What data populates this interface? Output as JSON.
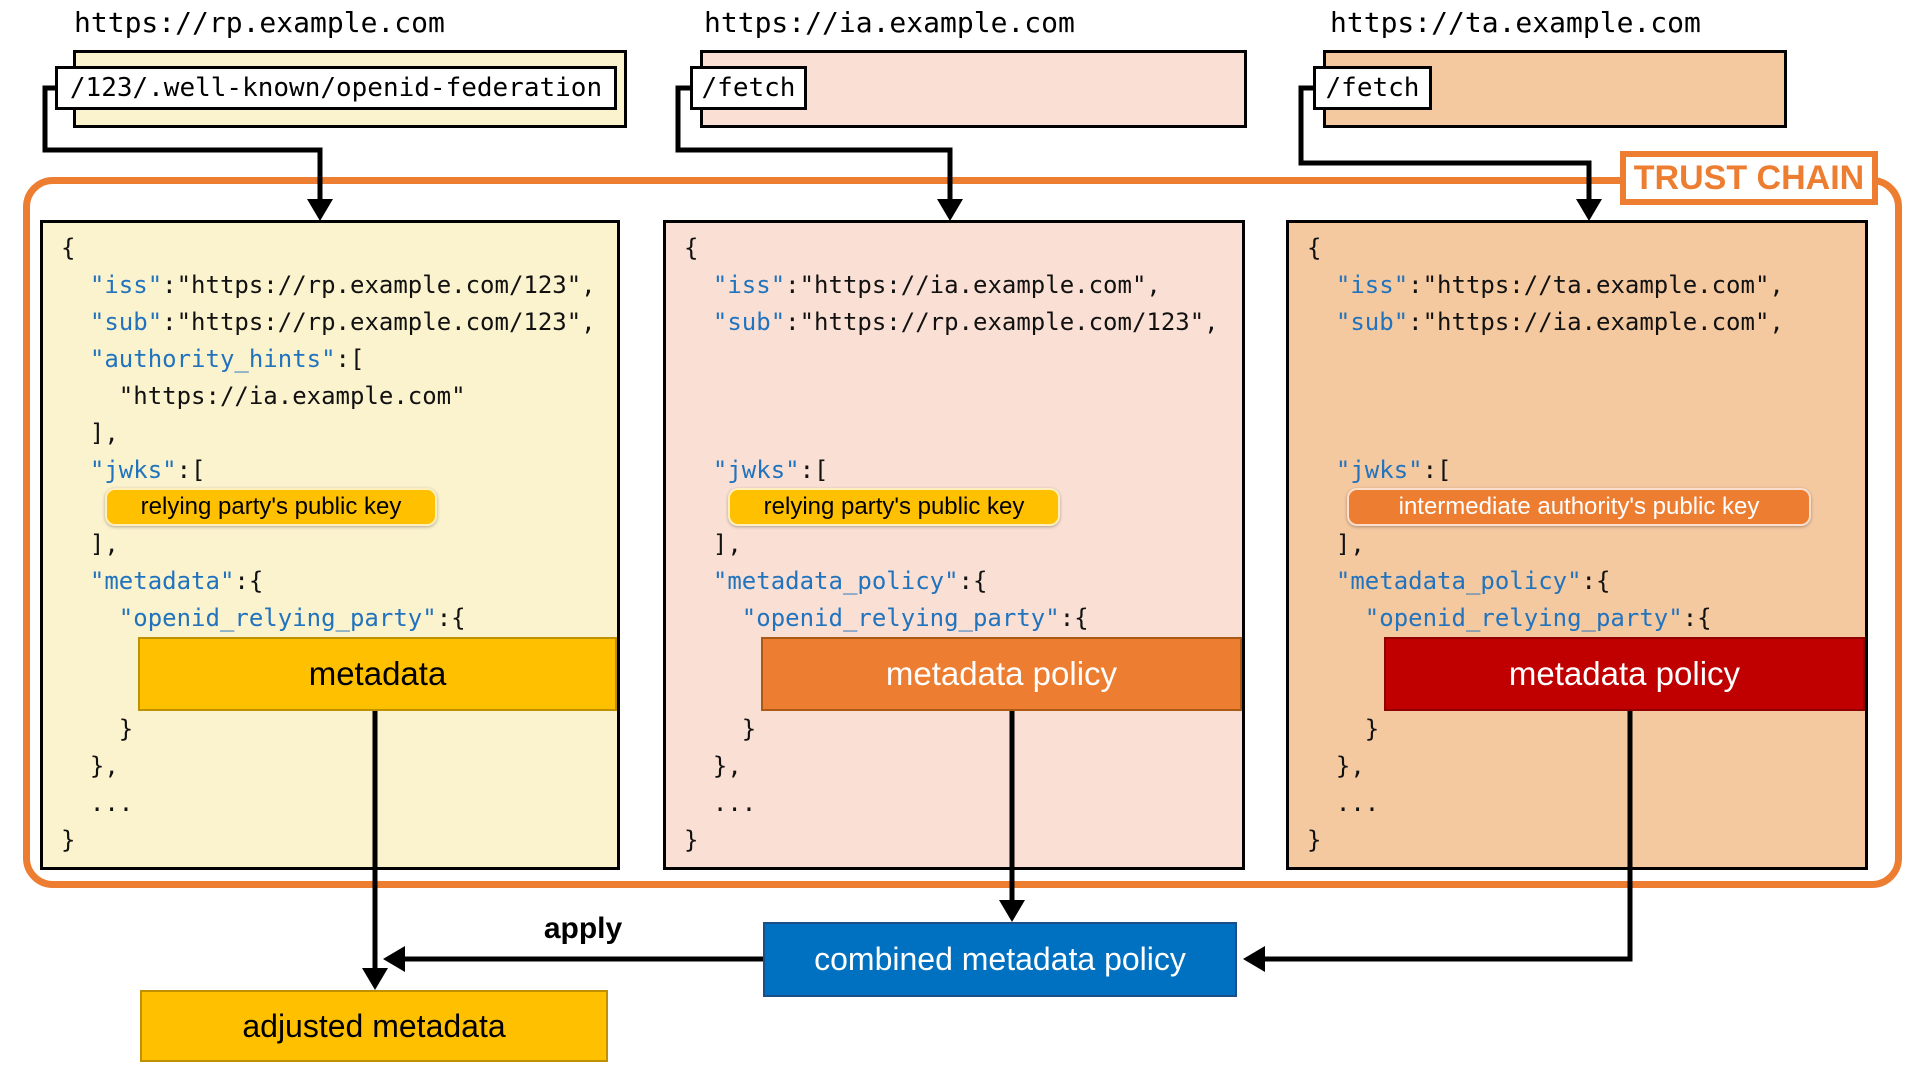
{
  "columns": [
    {
      "title": "https://rp.example.com",
      "endpoint": "/123/.well-known/openid-federation",
      "badge": {
        "text": "relying party's public key"
      },
      "policy_box": {
        "text": "metadata"
      },
      "code": [
        [
          {
            "t": "{",
            "c": "p"
          }
        ],
        [
          {
            "t": "  ",
            "c": "p"
          },
          {
            "t": "\"iss\"",
            "c": "k"
          },
          {
            "t": ":\"https://rp.example.com/123\",",
            "c": "p"
          }
        ],
        [
          {
            "t": "  ",
            "c": "p"
          },
          {
            "t": "\"sub\"",
            "c": "k"
          },
          {
            "t": ":\"https://rp.example.com/123\",",
            "c": "p"
          }
        ],
        [
          {
            "t": "  ",
            "c": "p"
          },
          {
            "t": "\"authority_hints\"",
            "c": "k"
          },
          {
            "t": ":[",
            "c": "p"
          }
        ],
        [
          {
            "t": "    \"https://ia.example.com\"",
            "c": "p"
          }
        ],
        [
          {
            "t": "  ],",
            "c": "p"
          }
        ],
        [
          {
            "t": "  ",
            "c": "p"
          },
          {
            "t": "\"jwks\"",
            "c": "k"
          },
          {
            "t": ":[",
            "c": "p"
          }
        ],
        [],
        [
          {
            "t": "  ],",
            "c": "p"
          }
        ],
        [
          {
            "t": "  ",
            "c": "p"
          },
          {
            "t": "\"metadata\"",
            "c": "k"
          },
          {
            "t": ":{",
            "c": "p"
          }
        ],
        [
          {
            "t": "    ",
            "c": "p"
          },
          {
            "t": "\"openid_relying_party\"",
            "c": "k"
          },
          {
            "t": ":{",
            "c": "p"
          }
        ],
        [],
        [],
        [
          {
            "t": "    }",
            "c": "p"
          }
        ],
        [
          {
            "t": "  },",
            "c": "p"
          }
        ],
        [
          {
            "t": "  ...",
            "c": "p"
          }
        ],
        [
          {
            "t": "}",
            "c": "p"
          }
        ]
      ]
    },
    {
      "title": "https://ia.example.com",
      "endpoint": "/fetch",
      "badge": {
        "text": "relying party's public key"
      },
      "policy_box": {
        "text": "metadata policy"
      },
      "code": [
        [
          {
            "t": "{",
            "c": "p"
          }
        ],
        [
          {
            "t": "  ",
            "c": "p"
          },
          {
            "t": "\"iss\"",
            "c": "k"
          },
          {
            "t": ":\"https://ia.example.com\",",
            "c": "p"
          }
        ],
        [
          {
            "t": "  ",
            "c": "p"
          },
          {
            "t": "\"sub\"",
            "c": "k"
          },
          {
            "t": ":\"https://rp.example.com/123\",",
            "c": "p"
          }
        ],
        [],
        [],
        [],
        [
          {
            "t": "  ",
            "c": "p"
          },
          {
            "t": "\"jwks\"",
            "c": "k"
          },
          {
            "t": ":[",
            "c": "p"
          }
        ],
        [],
        [
          {
            "t": "  ],",
            "c": "p"
          }
        ],
        [
          {
            "t": "  ",
            "c": "p"
          },
          {
            "t": "\"metadata_policy\"",
            "c": "k"
          },
          {
            "t": ":{",
            "c": "p"
          }
        ],
        [
          {
            "t": "    ",
            "c": "p"
          },
          {
            "t": "\"openid_relying_party\"",
            "c": "k"
          },
          {
            "t": ":{",
            "c": "p"
          }
        ],
        [],
        [],
        [
          {
            "t": "    }",
            "c": "p"
          }
        ],
        [
          {
            "t": "  },",
            "c": "p"
          }
        ],
        [
          {
            "t": "  ...",
            "c": "p"
          }
        ],
        [
          {
            "t": "}",
            "c": "p"
          }
        ]
      ]
    },
    {
      "title": "https://ta.example.com",
      "endpoint": "/fetch",
      "badge": {
        "text": "intermediate authority's public key"
      },
      "policy_box": {
        "text": "metadata policy"
      },
      "code": [
        [
          {
            "t": "{",
            "c": "p"
          }
        ],
        [
          {
            "t": "  ",
            "c": "p"
          },
          {
            "t": "\"iss\"",
            "c": "k"
          },
          {
            "t": ":\"https://ta.example.com\",",
            "c": "p"
          }
        ],
        [
          {
            "t": "  ",
            "c": "p"
          },
          {
            "t": "\"sub\"",
            "c": "k"
          },
          {
            "t": ":\"https://ia.example.com\",",
            "c": "p"
          }
        ],
        [],
        [],
        [],
        [
          {
            "t": "  ",
            "c": "p"
          },
          {
            "t": "\"jwks\"",
            "c": "k"
          },
          {
            "t": ":[",
            "c": "p"
          }
        ],
        [],
        [
          {
            "t": "  ],",
            "c": "p"
          }
        ],
        [
          {
            "t": "  ",
            "c": "p"
          },
          {
            "t": "\"metadata_policy\"",
            "c": "k"
          },
          {
            "t": ":{",
            "c": "p"
          }
        ],
        [
          {
            "t": "    ",
            "c": "p"
          },
          {
            "t": "\"openid_relying_party\"",
            "c": "k"
          },
          {
            "t": ":{",
            "c": "p"
          }
        ],
        [],
        [],
        [
          {
            "t": "    }",
            "c": "p"
          }
        ],
        [
          {
            "t": "  },",
            "c": "p"
          }
        ],
        [
          {
            "t": "  ...",
            "c": "p"
          }
        ],
        [
          {
            "t": "}",
            "c": "p"
          }
        ]
      ]
    }
  ],
  "trust_chain": {
    "label": "TRUST CHAIN"
  },
  "bottom": {
    "apply_label": "apply",
    "combined_policy_label": "combined metadata policy",
    "adjusted_metadata_label": "adjusted metadata"
  },
  "colors": {
    "rp_fill": "#FBF2CE",
    "ia_fill": "#FAE0D4",
    "ta_fill": "#F4C9A0",
    "key_blue": "#2173BE",
    "gold": "#FFC000",
    "orange": "#ED7D31",
    "red": "#C00000",
    "combined_blue": "#0070C0",
    "trust_chain_orange": "#ED7D31",
    "line_black": "#000000"
  }
}
